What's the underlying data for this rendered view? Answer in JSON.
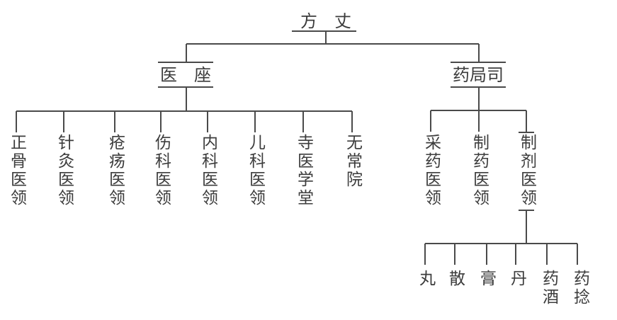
{
  "colors": {
    "line": "#4a4a4a",
    "text": "#3c3c3c",
    "background": "#ffffff"
  },
  "org_chart": {
    "root": {
      "label": "方　丈"
    },
    "branches": [
      {
        "label": "医　座",
        "children": [
          {
            "label": "正骨医领"
          },
          {
            "label": "针灸医领"
          },
          {
            "label": "疮疡医领"
          },
          {
            "label": "伤科医领"
          },
          {
            "label": "内科医领"
          },
          {
            "label": "儿科医领"
          },
          {
            "label": "寺医学堂"
          },
          {
            "label": "无常院"
          }
        ]
      },
      {
        "label": "药局司",
        "children": [
          {
            "label": "采药医领"
          },
          {
            "label": "制药医领"
          },
          {
            "label": "制剂医领",
            "children": [
              {
                "label": "丸"
              },
              {
                "label": "散"
              },
              {
                "label": "膏"
              },
              {
                "label": "丹"
              },
              {
                "label": "药酒"
              },
              {
                "label": "药捻"
              }
            ]
          }
        ]
      }
    ]
  }
}
